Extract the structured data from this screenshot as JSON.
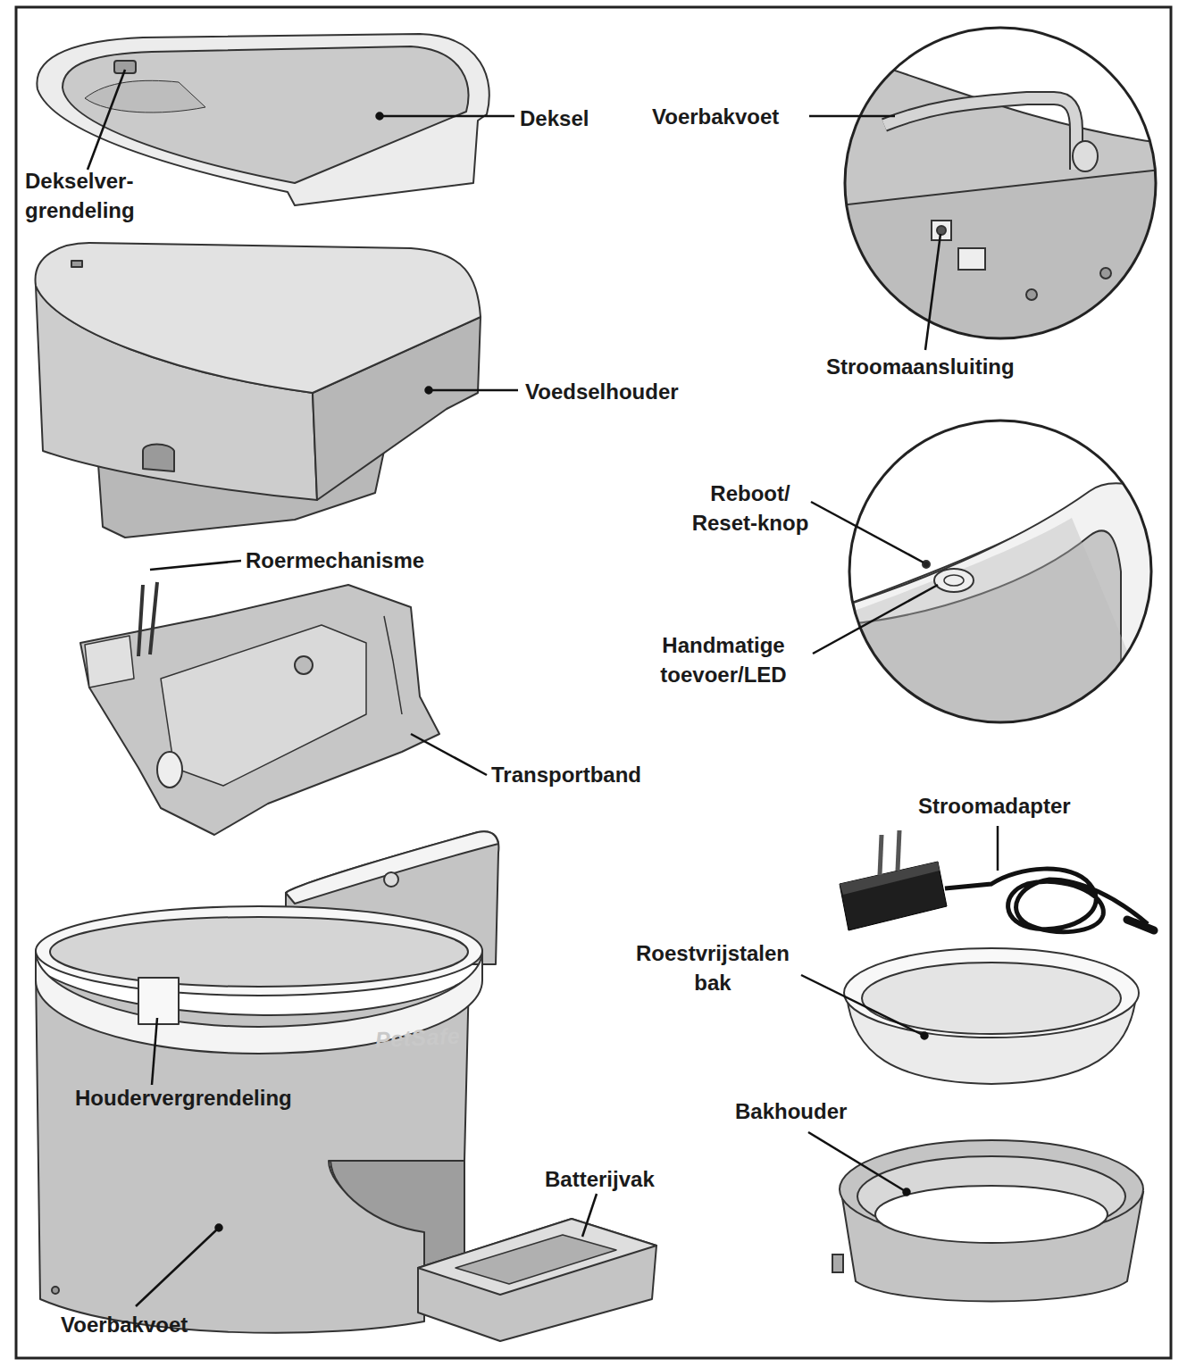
{
  "diagram": {
    "labels": [
      "Deksel",
      "Dekselver- grendeling",
      "Voerbakvoet",
      "Voedselhouder",
      "Stroomaansluiting",
      "Reboot/ Reset-knop",
      "Roermechanisme",
      "Handmatige toevoer/LED",
      "Transportband",
      "Stroomadapter",
      "Roestvrijstalen bak",
      "PetSafe",
      "Houdervergrendeling",
      "Bakhouder",
      "Batterijvak",
      "Voerbakvoet"
    ]
  }
}
